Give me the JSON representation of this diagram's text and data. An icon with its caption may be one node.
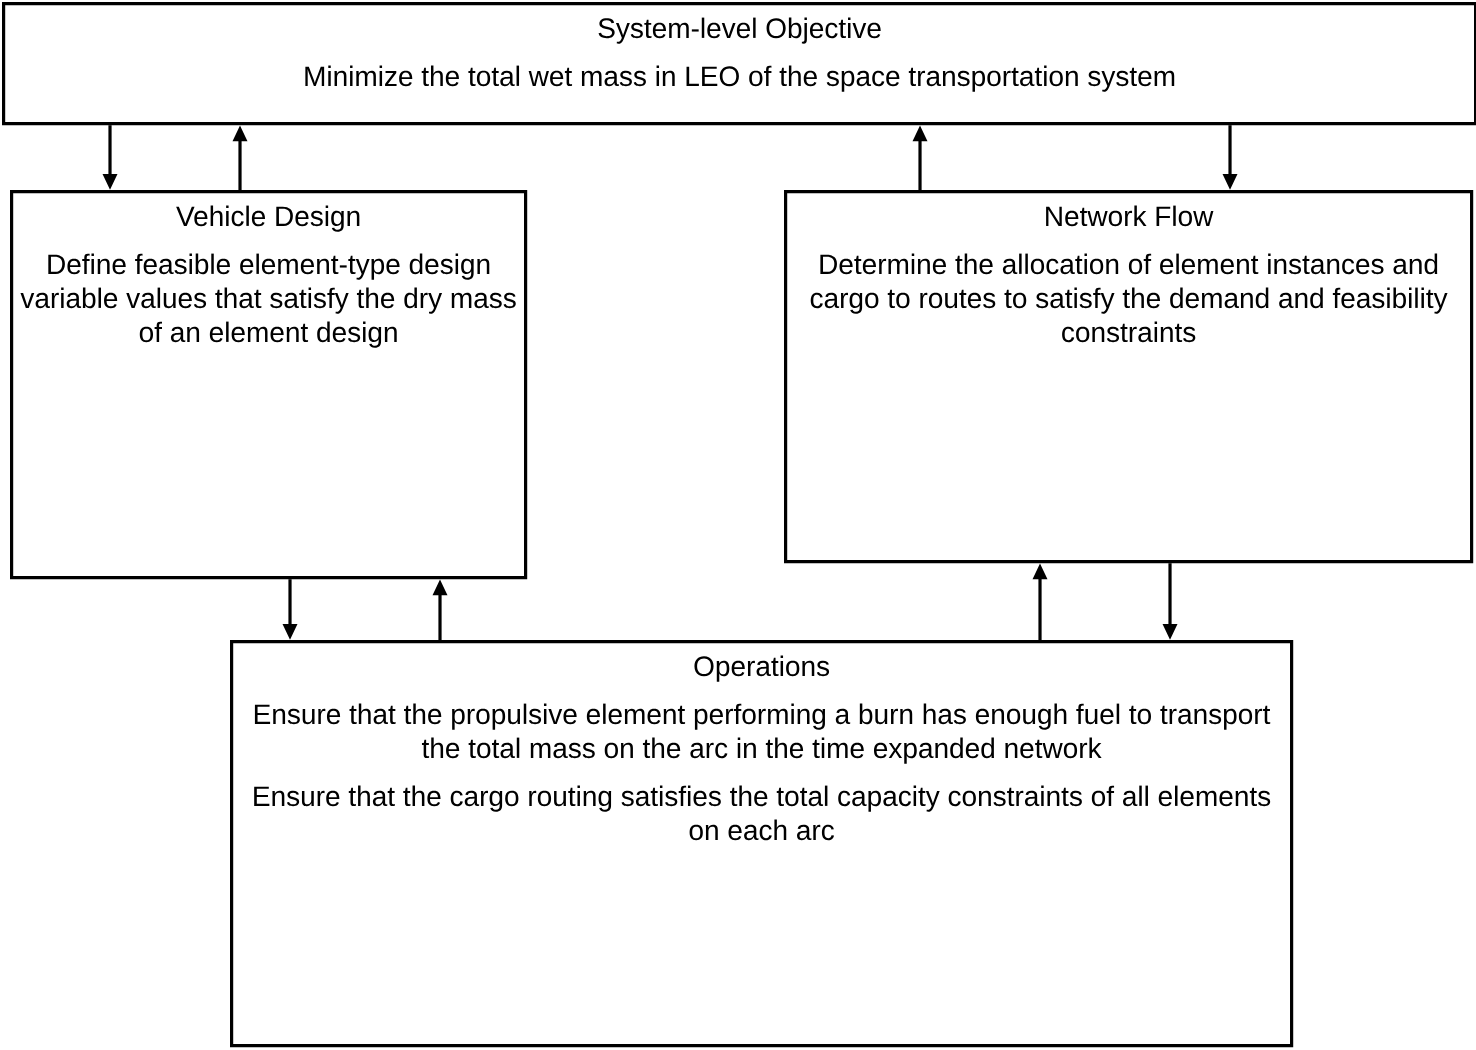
{
  "diagram": {
    "nodes": [
      {
        "text": [
          "System-level Objective",
          "Minimize the total wet mass in LEO of the space transportation system"
        ]
      },
      {
        "text": [
          "Vehicle Design",
          "Define feasible element-type design variable values that satisfy the dry mass of an element design"
        ]
      },
      {
        "text": [
          "Network Flow",
          "Determine the allocation of element instances and cargo to routes to satisfy the demand and feasibility constraints"
        ]
      },
      {
        "text": [
          "Operations",
          "Ensure that the propulsive element performing a burn has enough fuel to transport the total mass on the arc in the time expanded network",
          "Ensure that the cargo routing satisfies the total capacity constraints of all elements on each arc"
        ]
      }
    ],
    "edges": [
      {
        "from": 0,
        "to": 1,
        "arrow": "to"
      },
      {
        "from": 1,
        "to": 0,
        "arrow": "to"
      },
      {
        "from": 2,
        "to": 0,
        "arrow": "to"
      },
      {
        "from": 0,
        "to": 2,
        "arrow": "to"
      },
      {
        "from": 1,
        "to": 3,
        "arrow": "to"
      },
      {
        "from": 3,
        "to": 1,
        "arrow": "to"
      },
      {
        "from": 3,
        "to": 2,
        "arrow": "to"
      },
      {
        "from": 2,
        "to": 3,
        "arrow": "to"
      }
    ]
  }
}
